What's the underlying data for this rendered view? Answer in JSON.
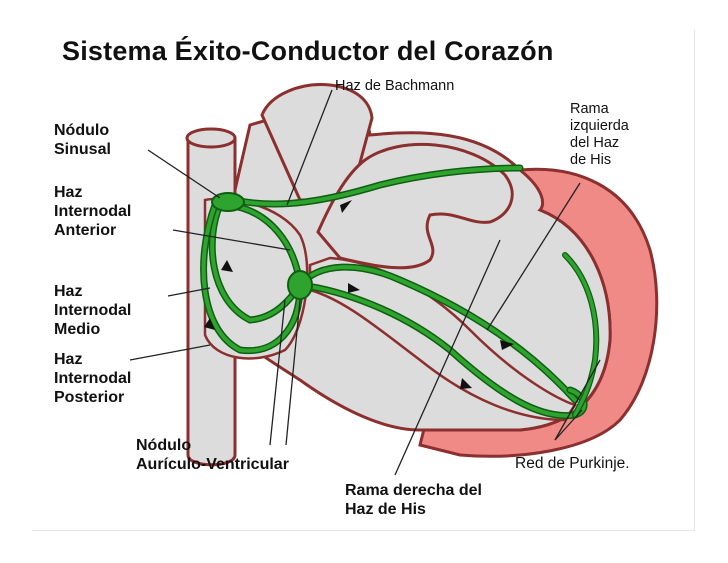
{
  "title": "Sistema Éxito-Conductor del Corazón",
  "labels": {
    "haz_bachmann": "Haz de Bachmann",
    "rama_izquierda": "Rama\nizquierda\ndel Haz\nde His",
    "nodulo_sinusal": "Nódulo\nSinusal",
    "haz_anterior": "Haz\nInternodal\nAnterior",
    "haz_medio": "Haz\nInternodal\nMedio",
    "haz_posterior": "Haz\nInternodal\nPosterior",
    "nodulo_av": "Nódulo\nAurículo-Ventricular",
    "rama_derecha": "Rama derecha del\nHaz de His",
    "purkinje": "Red de Purkinje."
  },
  "colors": {
    "outline": "#8b2f2f",
    "chamber_fill": "#dcdcdc",
    "myocardium": "#ef8a86",
    "conduction": "#2ea32e",
    "conduction_dark": "#0f5f12"
  }
}
